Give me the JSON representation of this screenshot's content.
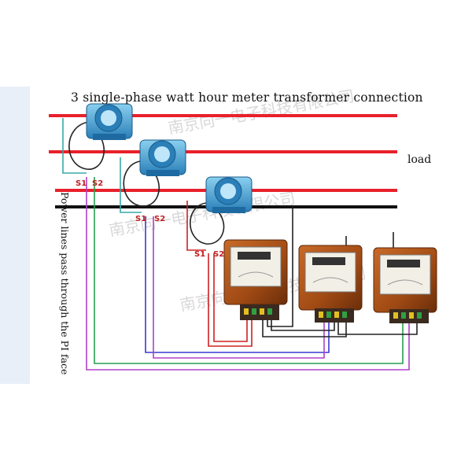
{
  "title": "3 single-phase watt hour meter transformer connection",
  "load_label": "load",
  "side_label": "Power lines pass through the PI face",
  "terminals": {
    "s1": "S1",
    "s2": "S2"
  },
  "watermark": "南京向一电子科技有限公司",
  "colors": {
    "phase_line": "#e8202a",
    "neutral_line": "#111111",
    "ct_body": "#2f8fc8",
    "meter_body": "#a85018",
    "wire_purple": "#b040c8",
    "wire_green": "#27a050",
    "wire_blue": "#3a3ad0",
    "wire_red": "#d02020",
    "wire_teal": "#3aa8a8"
  },
  "icons": [
    "current-transformer-icon",
    "watt-hour-meter-icon"
  ]
}
